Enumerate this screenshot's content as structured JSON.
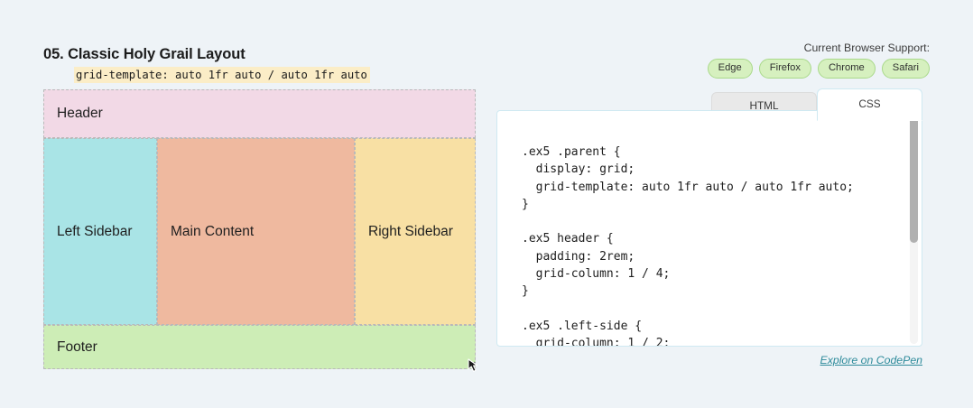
{
  "page": {
    "background_color": "#eef3f7",
    "title": "05. Classic Holy Grail Layout",
    "title_code": "grid-template: auto 1fr auto / auto 1fr auto"
  },
  "browser_support": {
    "label": "Current Browser Support:",
    "pill_bg": "#d6f0bf",
    "pill_border": "#a9d98a",
    "browsers": [
      {
        "name": "Edge"
      },
      {
        "name": "Firefox"
      },
      {
        "name": "Chrome"
      },
      {
        "name": "Safari"
      }
    ]
  },
  "grid_demo": {
    "cells": [
      {
        "key": "header",
        "label": "Header",
        "color": "#f2d9e6"
      },
      {
        "key": "left",
        "label": "Left Sidebar",
        "color": "#a9e4e6"
      },
      {
        "key": "main",
        "label": "Main Content",
        "color": "#efb99f"
      },
      {
        "key": "right",
        "label": "Right Sidebar",
        "color": "#f8e0a4"
      },
      {
        "key": "footer",
        "label": "Footer",
        "color": "#cdedb6"
      }
    ],
    "resize_handle": "resize-handle"
  },
  "code_panel": {
    "tabs": [
      {
        "label": "HTML",
        "active": false
      },
      {
        "label": "CSS",
        "active": true
      }
    ],
    "active_tab": "CSS",
    "code": ".ex5 .parent {\n  display: grid;\n  grid-template: auto 1fr auto / auto 1fr auto;\n}\n\n.ex5 header {\n  padding: 2rem;\n  grid-column: 1 / 4;\n}\n\n.ex5 .left-side {\n  grid-column: 1 / 2;\n}",
    "link_label": "Explore on CodePen",
    "link_color": "#2e8b9b"
  }
}
